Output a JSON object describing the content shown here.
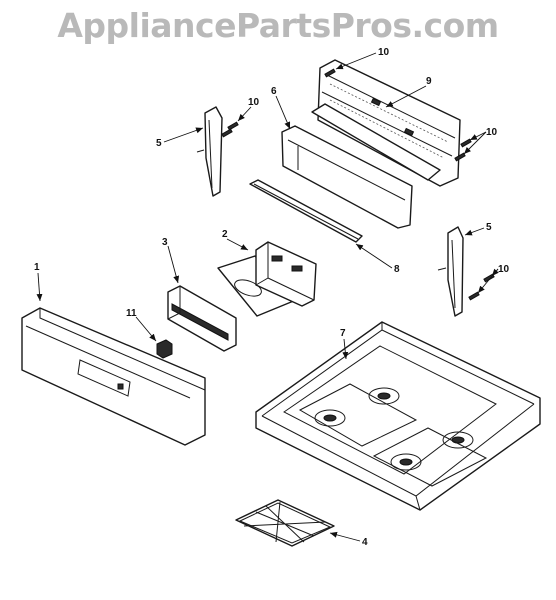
{
  "watermark": "AppliancePartsPros.com",
  "callouts": {
    "c1": "1",
    "c2": "2",
    "c3": "3",
    "c4": "4",
    "c5_left": "5",
    "c5_right": "5",
    "c6": "6",
    "c7": "7",
    "c8": "8",
    "c9": "9",
    "c10_top": "10",
    "c10_left": "10",
    "c10_right_upper": "10",
    "c10_right_lower": "10",
    "c11": "11"
  }
}
